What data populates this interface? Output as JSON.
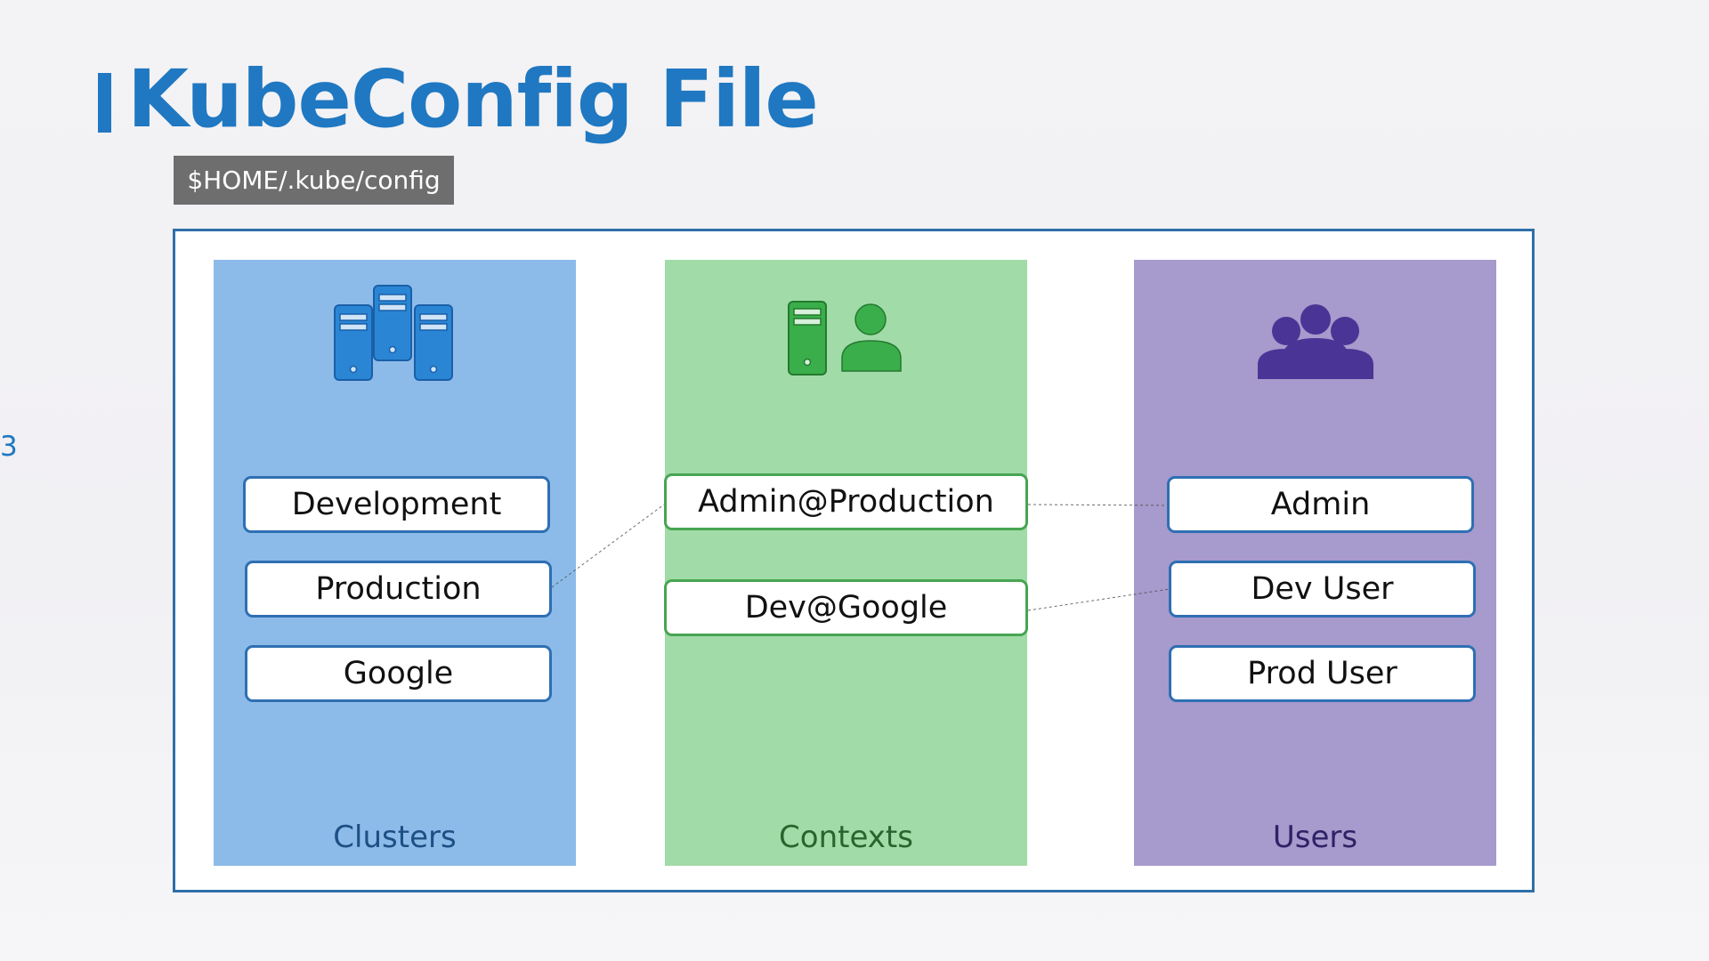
{
  "slide": {
    "title": "KubeConfig File",
    "path": "$HOME/.kube/config",
    "side_number": "3"
  },
  "columns": {
    "clusters": {
      "caption": "Clusters",
      "icon": "server-cluster-icon",
      "color": "#8dbbe9",
      "items": [
        "Development",
        "Production",
        "Google"
      ]
    },
    "contexts": {
      "caption": "Contexts",
      "icon": "server-user-icon",
      "color": "#a1dba8",
      "items": [
        "Admin@Production",
        "Dev@Google"
      ]
    },
    "users": {
      "caption": "Users",
      "icon": "user-group-icon",
      "color": "#a79acc",
      "items": [
        "Admin",
        "Dev User",
        "Prod User"
      ]
    }
  },
  "colors": {
    "title": "#1f78c1",
    "frame_border": "#2e6fa8",
    "item_border_blue": "#2e6fb3",
    "item_border_green": "#47a552"
  }
}
